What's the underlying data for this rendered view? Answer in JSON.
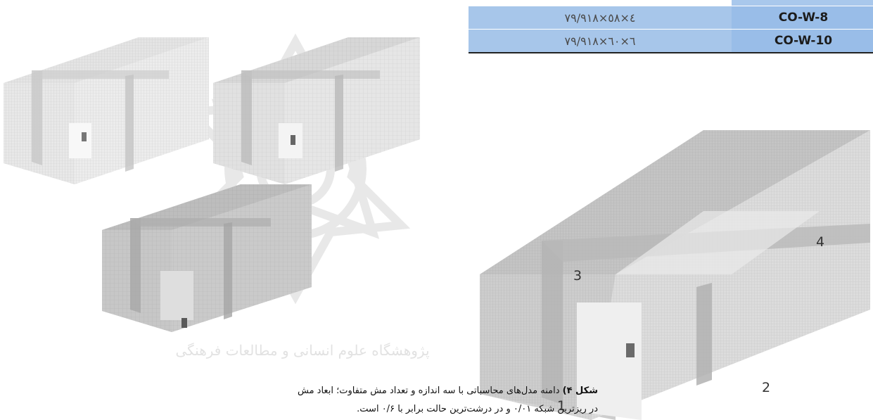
{
  "table": {
    "rows": [
      {
        "dimensions": "",
        "code": ""
      },
      {
        "dimensions": "۷۹/۹٤×٥٨×١٨",
        "code": "CO-W-8"
      },
      {
        "dimensions": "۷۹/۹٦×٦٠×١٨",
        "code": "CO-W-10"
      }
    ]
  },
  "figure": {
    "labels": [
      "1",
      "2",
      "3",
      "4"
    ]
  },
  "caption": {
    "label": "شکل ۴)",
    "line1": "دامنه مدل‌های محاسباتی با سه اندازه و تعداد مش متفاوت؛ ابعاد مش",
    "line2": "در ریزترین شبکه ۰/۰۱ و در درشت‌ترین حالت برابر با ۰/۶ است."
  },
  "watermark": {
    "text": "پژوهشگاه علوم انسانی و مطالعات فرهنگی"
  },
  "colors": {
    "table_row": "#a7c6ea",
    "table_code": "#99bde8",
    "mesh_light": "#dcdcdc",
    "mesh_medium": "#cfcfcf",
    "mesh_dark": "#b3b3b3",
    "watermark": "#e6e6e6"
  }
}
